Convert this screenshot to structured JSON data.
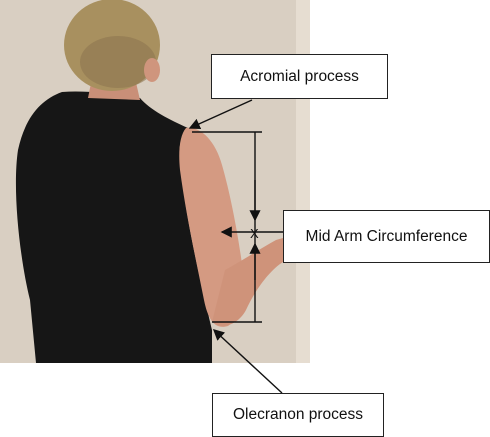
{
  "labels": {
    "acromial": "Acromial process",
    "mid_arm": "Mid Arm Circumference",
    "olecranon": "Olecranon process",
    "midpoint_mark": "X"
  },
  "colors": {
    "wall": "#d9cfc2",
    "shirt": "#161616",
    "skin": "#d49a82",
    "hair": "#a8905f",
    "line": "#111111"
  }
}
